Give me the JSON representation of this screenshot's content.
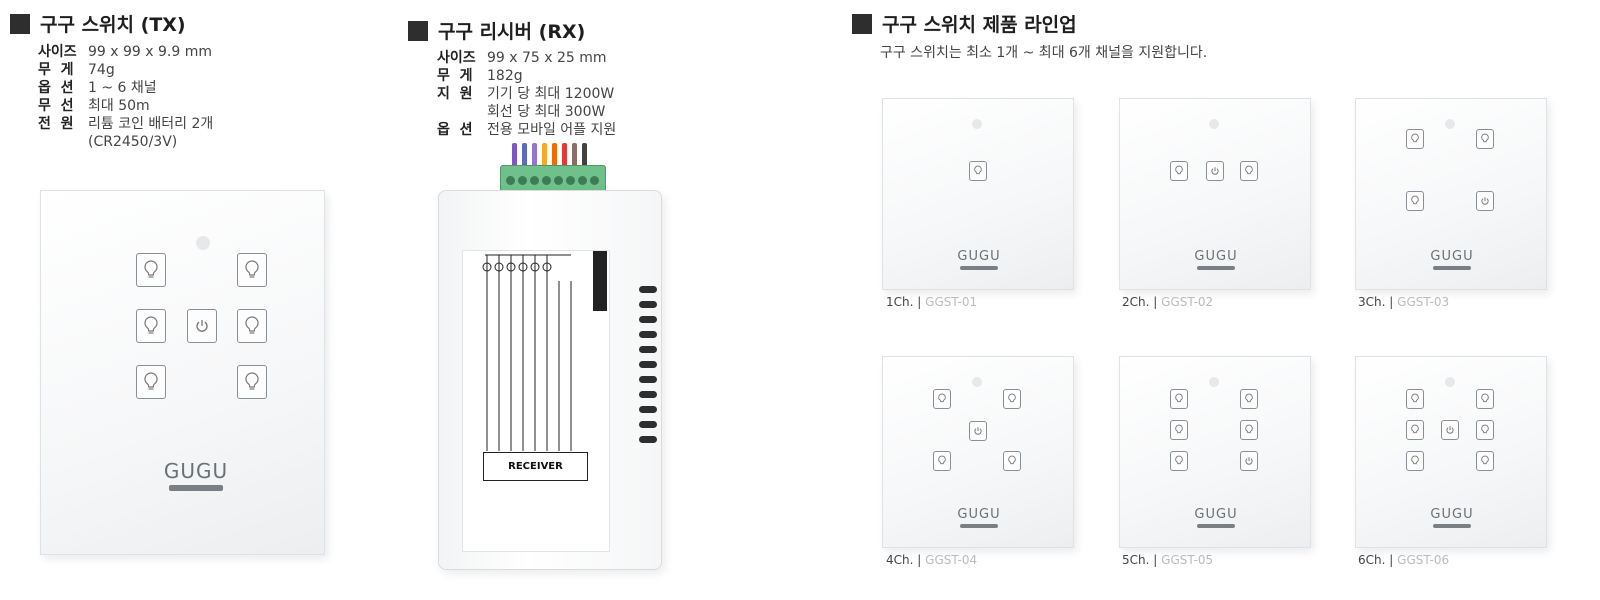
{
  "tx": {
    "title": "구구 스위치 (TX)",
    "specs": [
      {
        "label": "사이즈",
        "value": "99 x 99 x 9.9 mm"
      },
      {
        "label": "무  게",
        "value": "74g"
      },
      {
        "label": "옵  션",
        "value": "1 ~ 6 채널"
      },
      {
        "label": "무  선",
        "value": "최대 50m"
      },
      {
        "label": "전  원",
        "value": "리튬 코인 배터리 2개",
        "value2": "(CR2450/3V)"
      }
    ],
    "logo": "GUGU"
  },
  "rx": {
    "title": "구구 리시버 (RX)",
    "specs": [
      {
        "label": "사이즈",
        "value": "99 x 75 x 25 mm"
      },
      {
        "label": "무  게",
        "value": "182g"
      },
      {
        "label": "지  원",
        "value": "기기 당 최대 1200W",
        "value2": "회선 당 최대 300W"
      },
      {
        "label": "옵  션",
        "value": "전용 모바일 어플 지원"
      }
    ],
    "receiver_label": "RECEIVER"
  },
  "lineup": {
    "title": "구구 스위치 제품 라인업",
    "subtitle": "구구 스위치는 최소 1개 ~ 최대 6개 채널을 지원합니다.",
    "logo": "GUGU",
    "items": [
      {
        "channel": "1Ch.",
        "sep": "|",
        "model": "GGST-01"
      },
      {
        "channel": "2Ch.",
        "sep": "|",
        "model": "GGST-02"
      },
      {
        "channel": "3Ch.",
        "sep": "|",
        "model": "GGST-03"
      },
      {
        "channel": "4Ch.",
        "sep": "|",
        "model": "GGST-04"
      },
      {
        "channel": "5Ch.",
        "sep": "|",
        "model": "GGST-05"
      },
      {
        "channel": "6Ch.",
        "sep": "|",
        "model": "GGST-06"
      }
    ]
  },
  "icons": {
    "bulb": "lightbulb-icon",
    "power": "power-icon"
  }
}
